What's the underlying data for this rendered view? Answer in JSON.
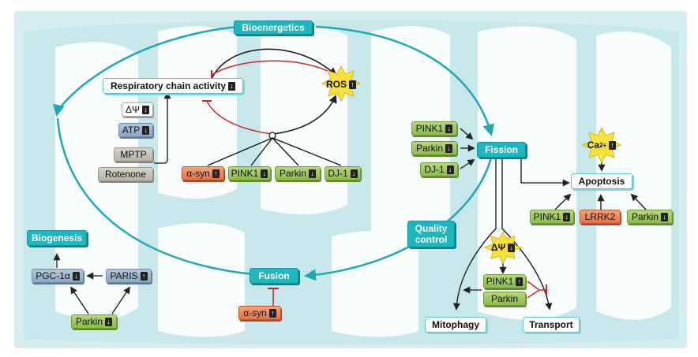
{
  "bioenergetics": "Bioenergetics",
  "resp_chain": {
    "label": "Respiratory chain activity",
    "dir": "↓"
  },
  "delta_psi_left": {
    "label": "ΔΨ",
    "dir": "↓"
  },
  "atp": {
    "label": "ATP",
    "dir": "↓"
  },
  "mptp": "MPTP",
  "rotenone": "Rotenone",
  "ros": {
    "label": "ROS",
    "dir": "↑"
  },
  "bottom_row": [
    {
      "label": "α-syn",
      "dir": "↑"
    },
    {
      "label": "PINK1",
      "dir": "↓"
    },
    {
      "label": "Parkin",
      "dir": "↓"
    },
    {
      "label": "DJ-1",
      "dir": "↓"
    }
  ],
  "fission_inputs": [
    {
      "label": "PINK1",
      "dir": "↓"
    },
    {
      "label": "Parkin",
      "dir": "↓"
    },
    {
      "label": "DJ-1",
      "dir": "↓"
    }
  ],
  "fission": "Fission",
  "calcium": {
    "label": "Ca",
    "sup": "2+",
    "dir": "↑"
  },
  "apoptosis": "Apoptosis",
  "apoptosis_inputs": [
    {
      "label": "PINK1",
      "dir": "↓"
    },
    {
      "label": "LRRK2",
      "dir": ""
    },
    {
      "label": "Parkin",
      "dir": "↓"
    }
  ],
  "quality_control": [
    "Quality",
    "control"
  ],
  "delta_psi_right": {
    "label": "ΔΨ",
    "dir": "↓"
  },
  "pink1_mito": {
    "label": "PINK1",
    "dir": "↑"
  },
  "parkin_mito": "Parkin",
  "mitophagy": "Mitophagy",
  "transport": "Transport",
  "fusion": "Fusion",
  "asyn_fusion": {
    "label": "α-syn",
    "dir": "↑"
  },
  "biogenesis": "Biogenesis",
  "pgc": {
    "label": "PGC-1α",
    "dir": "↓"
  },
  "paris": {
    "label": "PARIS",
    "dir": "↑"
  },
  "parkin_bio": {
    "label": "Parkin",
    "dir": "↓"
  },
  "colors": {
    "teal": "#1fb6bd",
    "green": "#9bc65c",
    "orange": "#e8855a",
    "blue": "#9fb5ce",
    "gray": "#c6c0b4",
    "star": "#f7e13a",
    "inhibit": "#c4272b",
    "mito_bg": "#cfe9ec"
  }
}
